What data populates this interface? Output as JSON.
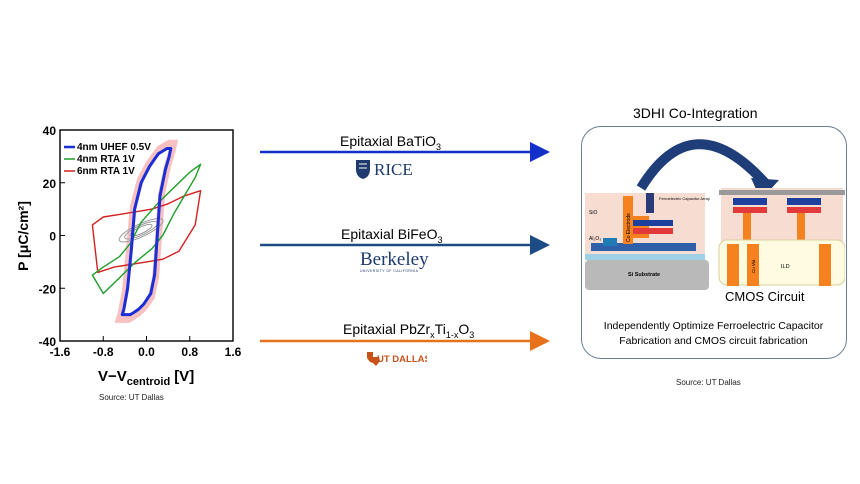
{
  "chart_data": {
    "type": "line",
    "xlabel": "V−V",
    "xlabel_sub": "centroid",
    "xlabel_unit": "[V]",
    "ylabel": "P [μC/cm²]",
    "xlim": [
      -1.6,
      1.6
    ],
    "ylim": [
      -40,
      40
    ],
    "xticks": [
      "-1.6",
      "-0.8",
      "0.0",
      "0.8",
      "1.6"
    ],
    "yticks": [
      "40",
      "20",
      "0",
      "-20",
      "-40"
    ],
    "legend_position": "top-left",
    "series": [
      {
        "name": "4nm UHEF 0.5V",
        "color": "#1a2fd6",
        "x": [
          -0.45,
          -0.42,
          -0.35,
          -0.28,
          -0.22,
          -0.1,
          0.05,
          0.15,
          0.22,
          0.3,
          0.38,
          0.45,
          0.42,
          0.35,
          0.25,
          0.2,
          0.15,
          0.08,
          -0.05,
          -0.15,
          -0.22,
          -0.3,
          -0.4,
          -0.45
        ],
        "y": [
          -30,
          -28,
          -20,
          -5,
          10,
          20,
          26,
          29,
          31,
          32,
          33,
          33,
          30,
          25,
          15,
          0,
          -15,
          -22,
          -26,
          -28,
          -29,
          -30,
          -30,
          -30
        ]
      },
      {
        "name": "4nm RTA 1V",
        "color": "#1f9e2a",
        "x": [
          -1.0,
          -0.8,
          -0.5,
          -0.3,
          -0.1,
          0.2,
          0.5,
          0.8,
          1.0,
          0.9,
          0.7,
          0.5,
          0.3,
          0.1,
          -0.2,
          -0.5,
          -0.8,
          -1.0
        ],
        "y": [
          -15,
          -12,
          -8,
          -3,
          5,
          12,
          18,
          24,
          27,
          22,
          15,
          8,
          0,
          -5,
          -10,
          -16,
          -22,
          -15
        ]
      },
      {
        "name": "6nm RTA 1V",
        "color": "#d42020",
        "x": [
          -1.0,
          -0.8,
          -0.5,
          -0.2,
          0.1,
          0.4,
          0.7,
          1.0,
          0.9,
          0.6,
          0.3,
          0.0,
          -0.3,
          -0.6,
          -0.9,
          -1.0
        ],
        "y": [
          4,
          7,
          8,
          9,
          10,
          12,
          15,
          17,
          4,
          -6,
          -9,
          -10,
          -11,
          -12,
          -14,
          4
        ]
      }
    ]
  },
  "left_source": "Source:  UT Dallas",
  "right_source": "Source:  UT Dallas",
  "arrows": [
    {
      "text": "Epitaxial BaTiO",
      "sub": "3",
      "logo": "RICE",
      "color": "#1530c8"
    },
    {
      "text": "Epitaxial BiFeO",
      "sub": "3",
      "logo": "Berkeley",
      "logo_sub": "UNIVERSITY OF CALIFORNIA",
      "color": "#1c4c86"
    },
    {
      "text": "Epitaxial PbZr",
      "sub1": "x",
      "mid": "Ti",
      "sub2": "1-x",
      "end": "O",
      "sub3": "3",
      "logo": "UT DALLAS",
      "color": "#e8711c"
    }
  ],
  "right": {
    "title": "3DHI  Co-Integration",
    "cmos": "CMOS Circuit",
    "desc1": "Independently Optimize Ferroelectric Capacitor",
    "desc2": "Fabrication and CMOS circuit fabrication",
    "labels": {
      "fe_array": "Ferroelectric Capacitor Array",
      "sio2": "SiO",
      "al2o3": "Al₂O₃",
      "electrode": "Co Electrode",
      "si_sub": "Si Substrate",
      "ild": "ILD",
      "cu_via": "Cu Via"
    }
  }
}
